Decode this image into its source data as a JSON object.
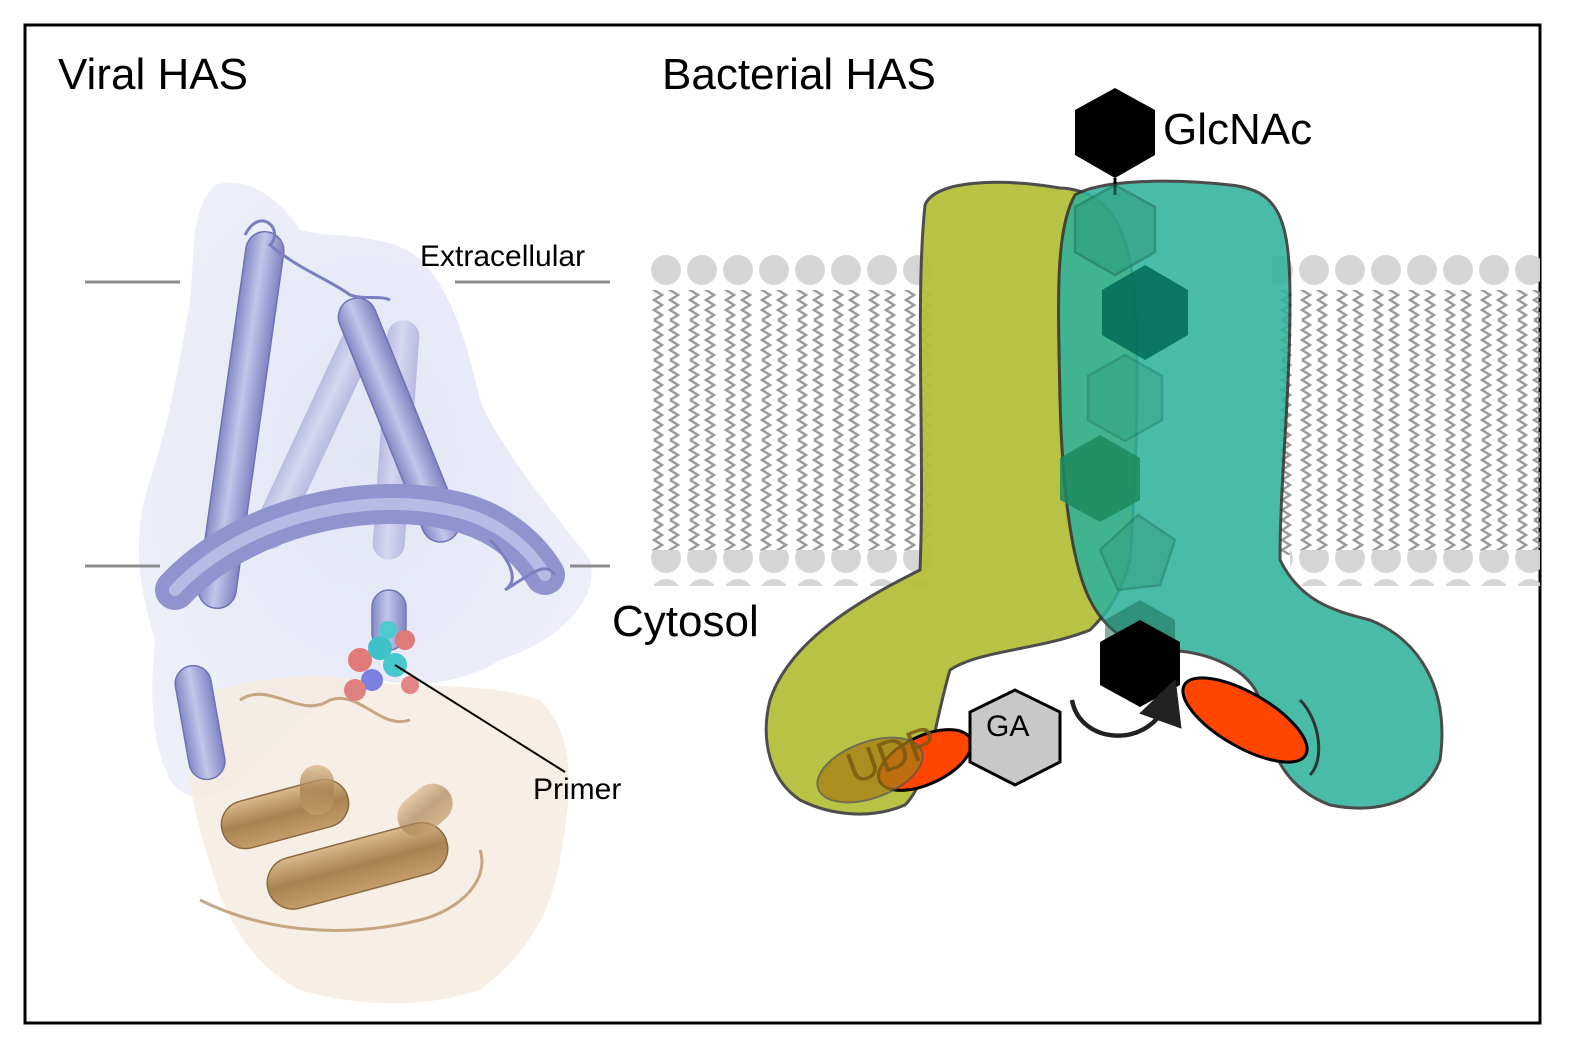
{
  "panels": {
    "viral": {
      "title": "Viral HAS"
    },
    "bacterial": {
      "title": "Bacterial HAS"
    }
  },
  "labels": {
    "extracellular": "Extracellular",
    "primer": "Primer",
    "cytosol": "Cytosol",
    "glcnac": "GlcNAc",
    "ga": "GA",
    "udp": "UDP"
  },
  "colors": {
    "helix_blue": "#9ea3d6",
    "domain_tan": "#c8a87a",
    "protein_olive": "#b5bf3a",
    "protein_teal": "#2fb39a",
    "udp_red": "#ff4500",
    "ga_gray": "#c8c8c8",
    "membrane_gray": "#d3d3d3"
  }
}
